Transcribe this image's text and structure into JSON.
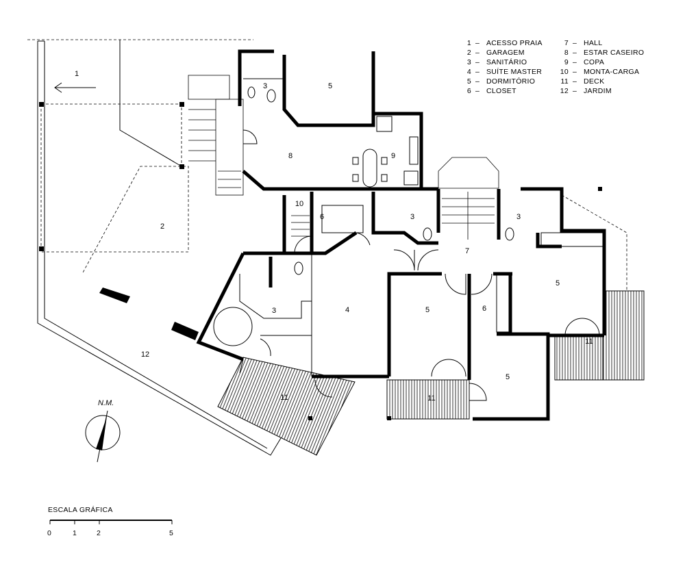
{
  "legend": [
    {
      "num": "1",
      "name": "ACESSO PRAIA"
    },
    {
      "num": "2",
      "name": "GARAGEM"
    },
    {
      "num": "3",
      "name": "SANITÁRIO"
    },
    {
      "num": "4",
      "name": "SUÍTE MASTER"
    },
    {
      "num": "5",
      "name": "DORMITÓRIO"
    },
    {
      "num": "6",
      "name": "CLOSET"
    },
    {
      "num": "7",
      "name": "HALL"
    },
    {
      "num": "8",
      "name": "ESTAR CASEIRO"
    },
    {
      "num": "9",
      "name": "COPA"
    },
    {
      "num": "10",
      "name": "MONTA-CARGA"
    },
    {
      "num": "11",
      "name": "DECK"
    },
    {
      "num": "12",
      "name": "JARDIM"
    }
  ],
  "rooms": [
    "1",
    "2",
    "3",
    "5",
    "8",
    "9",
    "10",
    "6",
    "3",
    "7",
    "3",
    "5",
    "4",
    "5",
    "6",
    "3",
    "12",
    "11",
    "11",
    "5",
    "11"
  ],
  "north": {
    "label": "N.M."
  },
  "scale": {
    "title": "ESCALA GRÁFICA",
    "ticks": [
      "0",
      "1",
      "2",
      "5"
    ]
  }
}
